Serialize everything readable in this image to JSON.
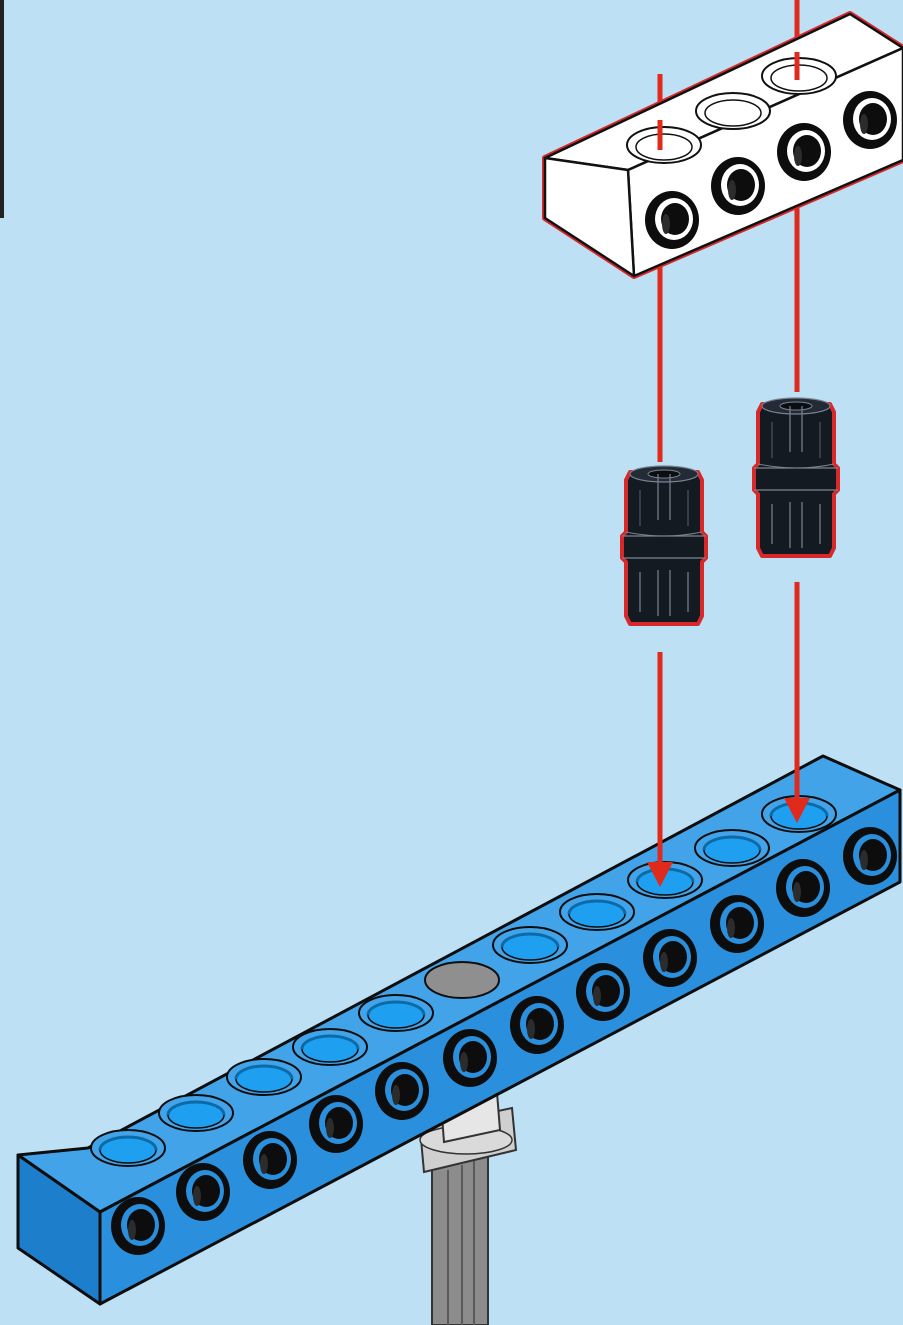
{
  "diagram": {
    "type": "assembly-instruction-step",
    "colors": {
      "background": "#bde0f5",
      "arrow": "#e02a1c",
      "new_part_outline": "#d7282a",
      "white_beam": "#ffffff",
      "blue_beam": "#2a8fdc",
      "blue_beam_top": "#43a3e8",
      "hole_inner": "#22a7ef",
      "pin": "#141a22",
      "axle": "#9a9a9a"
    },
    "parts": [
      {
        "name": "white-beam",
        "color": "white",
        "holes": 4,
        "highlighted": true
      },
      {
        "name": "black-connector-pin",
        "color": "black",
        "count": 2,
        "highlighted": true
      },
      {
        "name": "blue-beam",
        "color": "blue",
        "holes": 11
      },
      {
        "name": "grey-axle",
        "color": "grey"
      }
    ],
    "arrows": 2,
    "icons": [
      "down-arrow-icon"
    ]
  }
}
